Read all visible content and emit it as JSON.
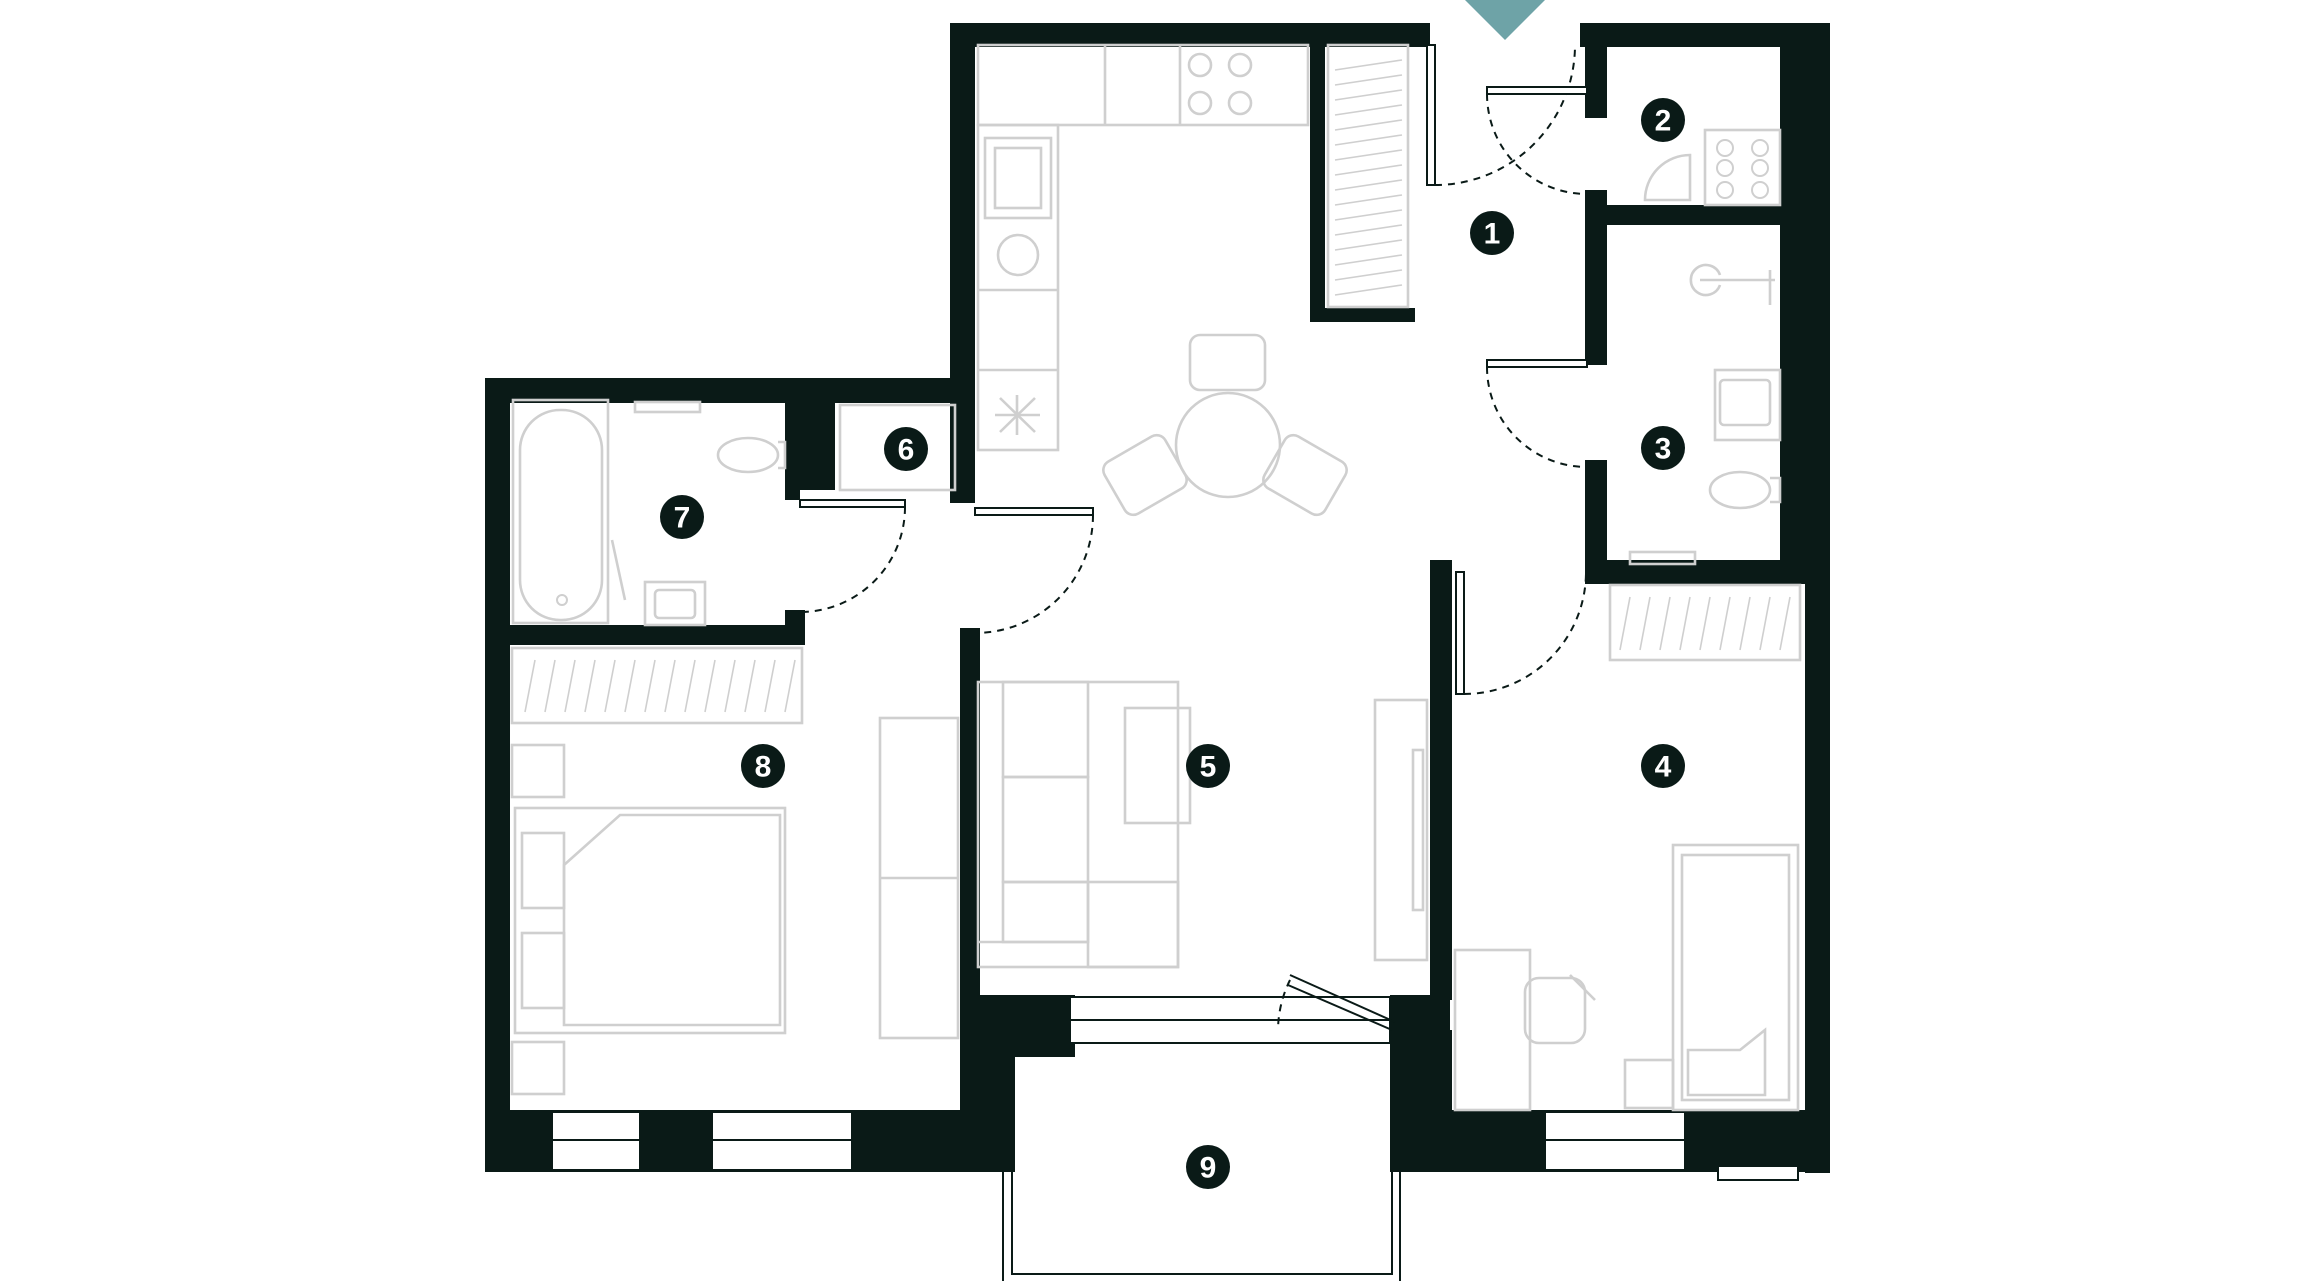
{
  "floor_plan": {
    "colors": {
      "wall": "#0a1a17",
      "furniture": "#cfcfcf",
      "entrance_marker": "#6ea3a7",
      "background": "#ffffff"
    },
    "entrance_marker_icon": "entrance-triangle-icon",
    "rooms": [
      {
        "id": "1",
        "label": "1"
      },
      {
        "id": "2",
        "label": "2"
      },
      {
        "id": "3",
        "label": "3"
      },
      {
        "id": "4",
        "label": "4"
      },
      {
        "id": "5",
        "label": "5"
      },
      {
        "id": "6",
        "label": "6"
      },
      {
        "id": "7",
        "label": "7"
      },
      {
        "id": "8",
        "label": "8"
      },
      {
        "id": "9",
        "label": "9"
      }
    ]
  }
}
